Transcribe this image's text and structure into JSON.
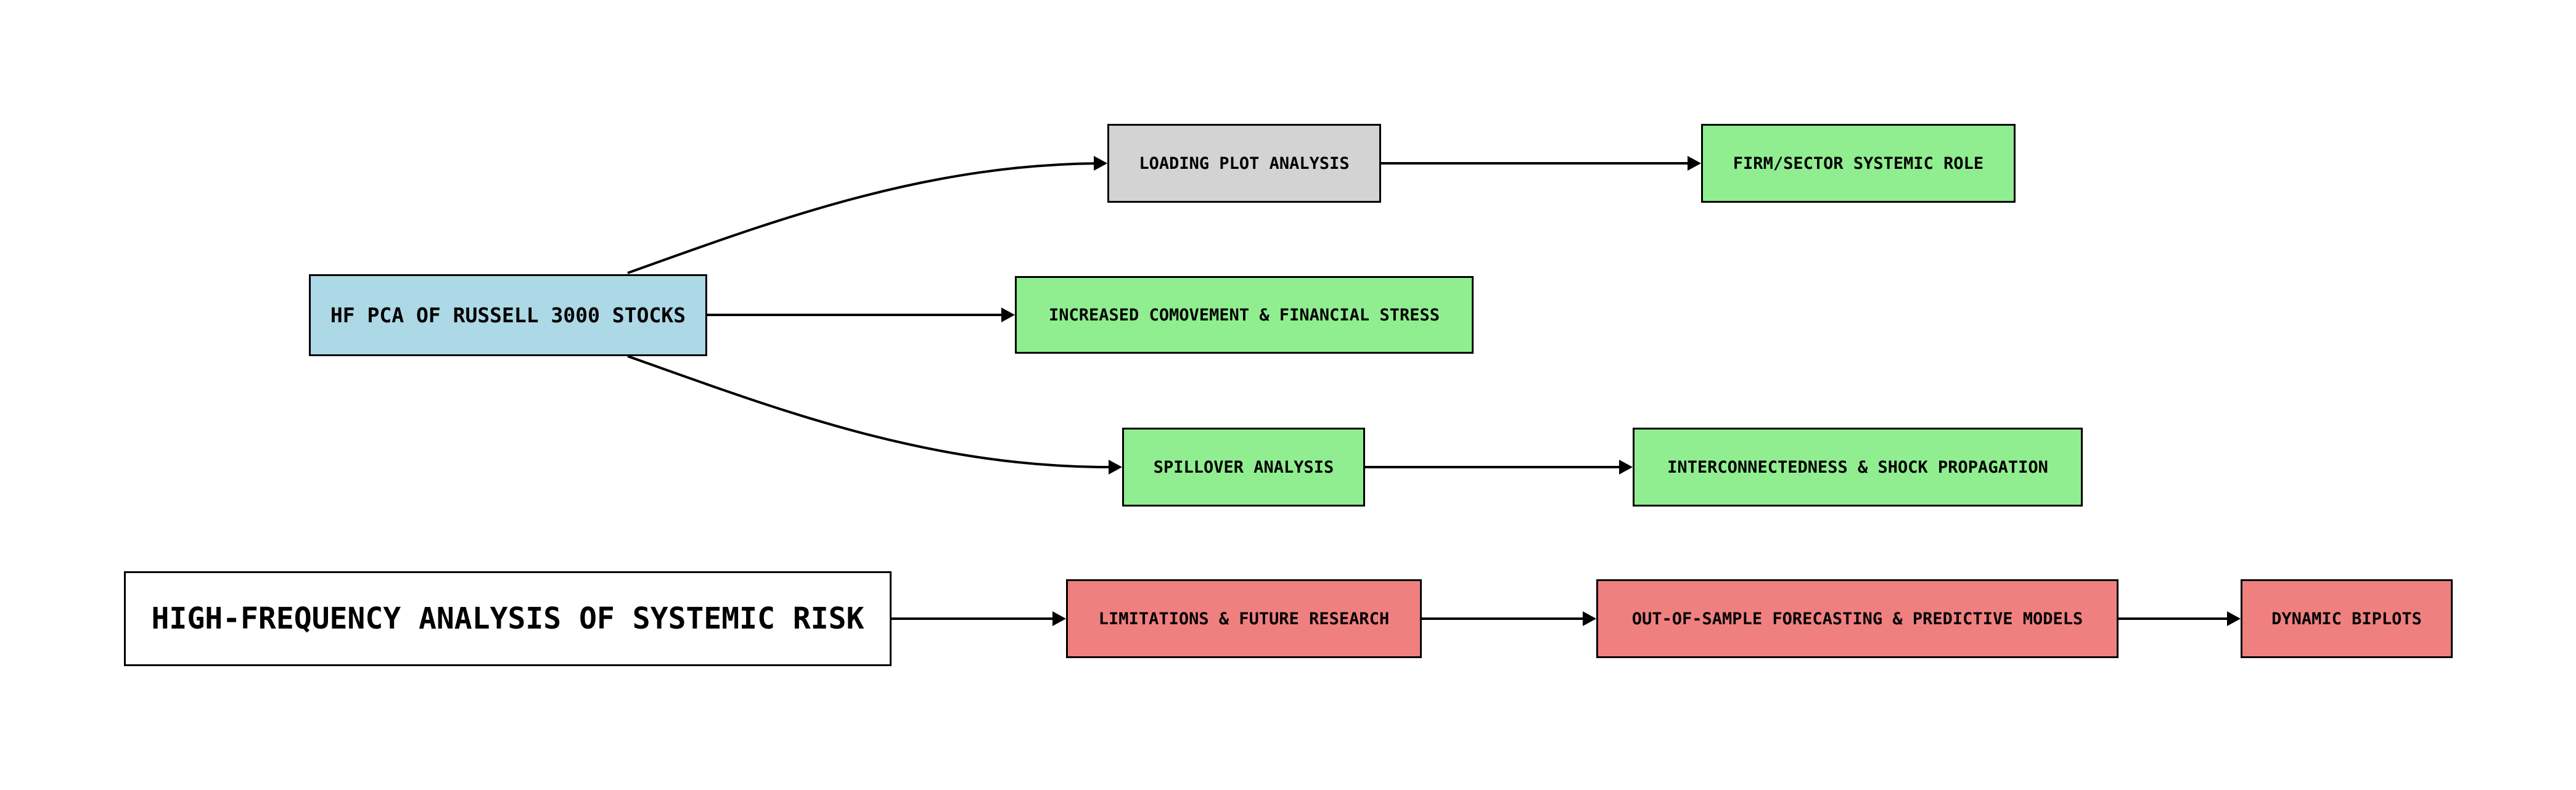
{
  "nodes": {
    "title": {
      "label": "HIGH-FREQUENCY ANALYSIS OF SYSTEMIC RISK",
      "color": "#ffffff"
    },
    "hf_pca": {
      "label": "HF PCA OF RUSSELL 3000 STOCKS",
      "color": "#add8e6"
    },
    "loading_plot": {
      "label": "LOADING PLOT ANALYSIS",
      "color": "#d3d3d3"
    },
    "firm_sector": {
      "label": "FIRM/SECTOR SYSTEMIC ROLE",
      "color": "#90ee90"
    },
    "comovement": {
      "label": "INCREASED COMOVEMENT & FINANCIAL STRESS",
      "color": "#90ee90"
    },
    "spillover": {
      "label": "SPILLOVER ANALYSIS",
      "color": "#90ee90"
    },
    "interconnectedness": {
      "label": "INTERCONNECTEDNESS & SHOCK PROPAGATION",
      "color": "#90ee90"
    },
    "limitations": {
      "label": "LIMITATIONS & FUTURE RESEARCH",
      "color": "#f08080"
    },
    "forecasting": {
      "label": "OUT-OF-SAMPLE FORECASTING & PREDICTIVE MODELS",
      "color": "#f08080"
    },
    "biplots": {
      "label": "DYNAMIC BIPLOTS",
      "color": "#f08080"
    }
  },
  "edges": [
    {
      "from": "hf_pca",
      "to": "loading_plot"
    },
    {
      "from": "hf_pca",
      "to": "comovement"
    },
    {
      "from": "hf_pca",
      "to": "spillover"
    },
    {
      "from": "loading_plot",
      "to": "firm_sector"
    },
    {
      "from": "spillover",
      "to": "interconnectedness"
    },
    {
      "from": "title",
      "to": "limitations"
    },
    {
      "from": "limitations",
      "to": "forecasting"
    },
    {
      "from": "forecasting",
      "to": "biplots"
    }
  ]
}
